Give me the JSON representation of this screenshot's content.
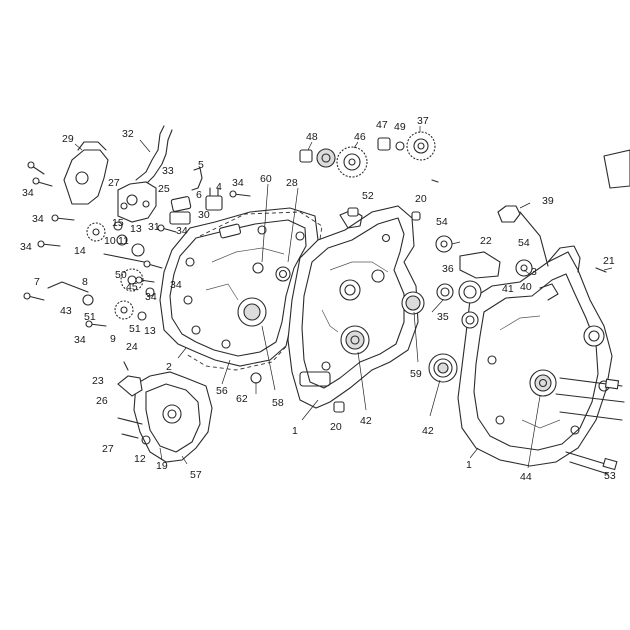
{
  "callouts": [
    {
      "text": "29"
    },
    {
      "text": "32"
    },
    {
      "text": "48"
    },
    {
      "text": "46"
    },
    {
      "text": "47"
    },
    {
      "text": "49"
    },
    {
      "text": "37"
    },
    {
      "text": "34"
    },
    {
      "text": "27"
    },
    {
      "text": "33"
    },
    {
      "text": "5"
    },
    {
      "text": "25"
    },
    {
      "text": "6"
    },
    {
      "text": "4"
    },
    {
      "text": "34"
    },
    {
      "text": "60"
    },
    {
      "text": "28"
    },
    {
      "text": "52"
    },
    {
      "text": "20"
    },
    {
      "text": "39"
    },
    {
      "text": "34"
    },
    {
      "text": "15"
    },
    {
      "text": "30"
    },
    {
      "text": "31"
    },
    {
      "text": "34"
    },
    {
      "text": "54"
    },
    {
      "text": "22"
    },
    {
      "text": "54"
    },
    {
      "text": "21"
    },
    {
      "text": "34"
    },
    {
      "text": "14"
    },
    {
      "text": "10"
    },
    {
      "text": "11"
    },
    {
      "text": "13"
    },
    {
      "text": "3"
    },
    {
      "text": "36"
    },
    {
      "text": "40"
    },
    {
      "text": "7"
    },
    {
      "text": "8"
    },
    {
      "text": "50"
    },
    {
      "text": "41"
    },
    {
      "text": "34"
    },
    {
      "text": "45"
    },
    {
      "text": "34"
    },
    {
      "text": "43"
    },
    {
      "text": "51"
    },
    {
      "text": "35"
    },
    {
      "text": "51"
    },
    {
      "text": "13"
    },
    {
      "text": "34"
    },
    {
      "text": "9"
    },
    {
      "text": "2"
    },
    {
      "text": "59"
    },
    {
      "text": "24"
    },
    {
      "text": "23"
    },
    {
      "text": "56"
    },
    {
      "text": "62"
    },
    {
      "text": "58"
    },
    {
      "text": "26"
    },
    {
      "text": "1"
    },
    {
      "text": "42"
    },
    {
      "text": "20"
    },
    {
      "text": "42"
    },
    {
      "text": "27"
    },
    {
      "text": "12"
    },
    {
      "text": "19"
    },
    {
      "text": "57"
    },
    {
      "text": "1"
    },
    {
      "text": "44"
    },
    {
      "text": "53"
    }
  ]
}
